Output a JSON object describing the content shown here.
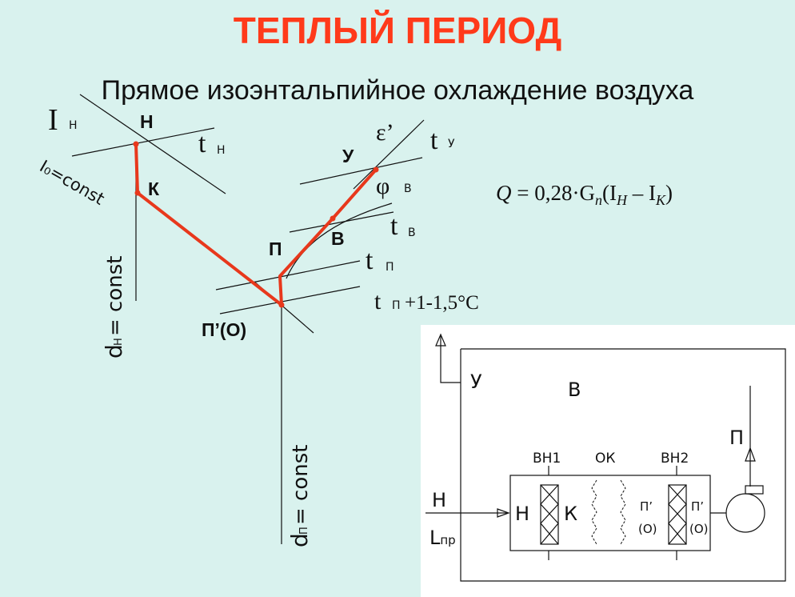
{
  "title": "ТЕПЛЫЙ ПЕРИОД",
  "subtitle": "Прямое изоэнтальпийное охлаждение воздуха",
  "colors": {
    "background": "#d9f2ee",
    "title": "#ff3a1a",
    "process_line": "#e8381c"
  },
  "diagram": {
    "points": {
      "H": "Н",
      "K": "К",
      "P": "П",
      "B": "В",
      "U": "У",
      "PO": "П’(О)"
    },
    "lines": {
      "I_main": "I",
      "I_sub": "Н",
      "t_main": "t",
      "tH_sub": "Н",
      "tU_sub": "У",
      "tB_sub": "В",
      "tP_sub": "П",
      "tPplus_sub": "П",
      "tPplus_suffix": "+1-1,5°C",
      "phi_main": "φ",
      "phi_sub": "В",
      "epsilon": "ε’",
      "Io_const": "I₀=const",
      "dH_main": "d",
      "dH_sub": "Н",
      "dH_suffix": " = const",
      "dP_main": "d",
      "dP_sub": "П",
      "dP_suffix": " = const"
    },
    "formula": {
      "lhs": "Q",
      "eq": " = 0,28·G",
      "g_sub": "n",
      "open": "(I",
      "ih_sub": "H",
      "minus": " – I",
      "ik_sub": "K",
      "close": ")"
    }
  },
  "schematic": {
    "exhaust": "У",
    "room": "В",
    "supply": "П",
    "outdoor": "Н",
    "airflow_main": "L",
    "airflow_sub": "пр",
    "inlet": "Н",
    "after_wet": "К",
    "section1_label": "ВН1",
    "cooler_label": "ОК",
    "section2_label": "ВН2",
    "p_prime_1": "П’",
    "o_paren_1": "(О)",
    "p_prime_2": "П’",
    "o_paren_2": "(О)"
  }
}
